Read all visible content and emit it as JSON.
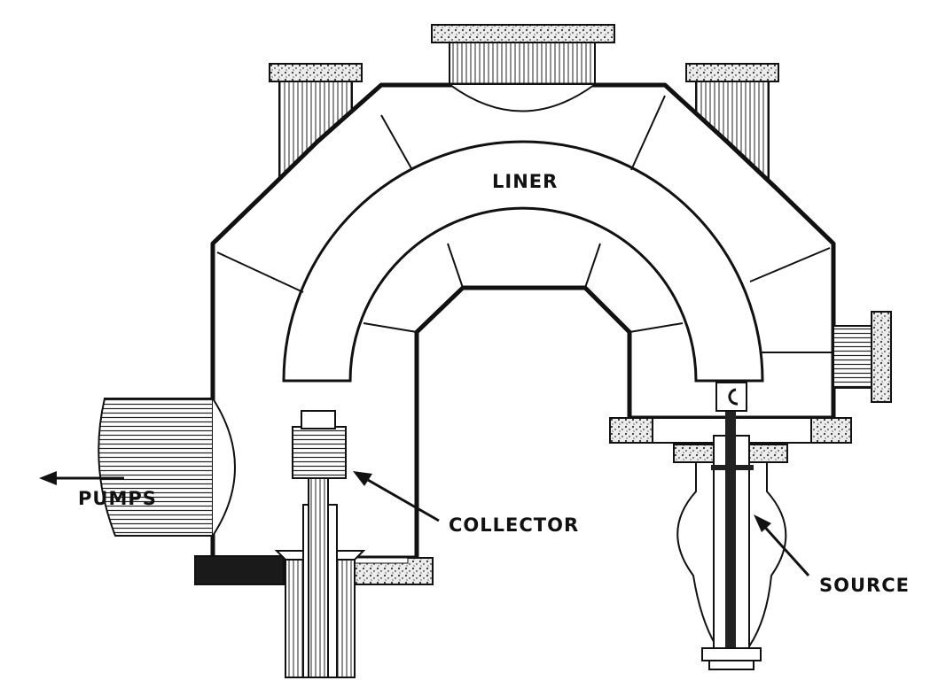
{
  "labels": {
    "liner": "LINER",
    "pumps": "PUMPS",
    "collector": "COLLECTOR",
    "source": "SOURCE"
  },
  "colors": {
    "ink": "#111111",
    "paper": "#ffffff",
    "flange_fill": "#e6e6e6"
  }
}
